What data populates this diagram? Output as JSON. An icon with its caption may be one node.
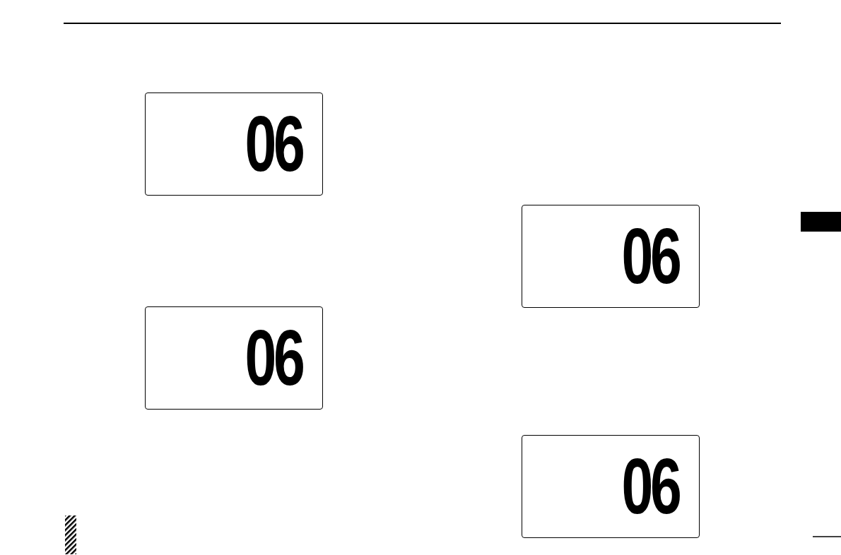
{
  "diagram": {
    "nodes": [
      {
        "text": [
          "06"
        ]
      },
      {
        "text": [
          "06"
        ]
      },
      {
        "text": [
          "06"
        ]
      },
      {
        "text": [
          "06"
        ]
      }
    ]
  }
}
